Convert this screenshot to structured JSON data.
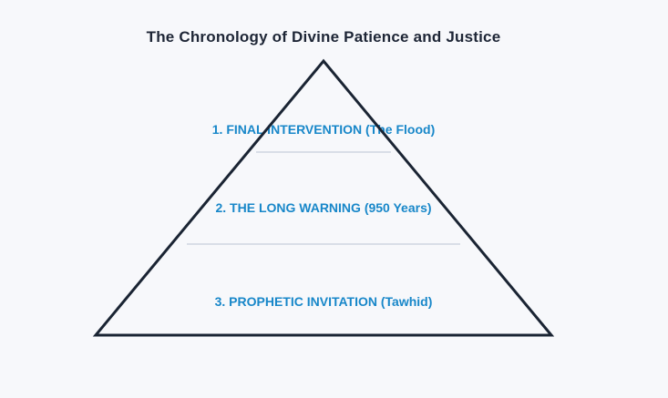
{
  "title": "The Chronology of Divine Patience and Justice",
  "pyramid": {
    "levels": [
      {
        "label": "1. FINAL INTERVENTION (The Flood)"
      },
      {
        "label": "2. THE LONG WARNING (950 Years)"
      },
      {
        "label": "3. PROPHETIC INVITATION (Tawhid)"
      }
    ]
  },
  "colors": {
    "background": "#f7f8fb",
    "title_text": "#1e2636",
    "triangle_stroke": "#1a2433",
    "level_label_text": "#1887c9",
    "divider": "#d9dee7"
  }
}
